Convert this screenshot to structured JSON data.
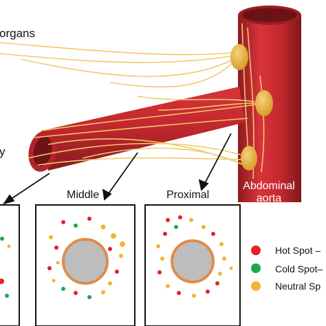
{
  "labels": {
    "organs": "organs",
    "left_cut": "y",
    "middle": "Middle",
    "proximal": "Proximal",
    "aorta_line1": "Abdominal",
    "aorta_line2": "aorta"
  },
  "legend": [
    {
      "label": "Hot Spot –",
      "color": "#e3202b"
    },
    {
      "label": "Cold Spot–",
      "color": "#1fa64a"
    },
    {
      "label": "Neutral Sp",
      "color": "#f2b532"
    }
  ],
  "colors": {
    "vessel": "#c0272d",
    "vessel_dark": "#8e1a1f",
    "nerve": "#f2c96b",
    "ganglion": "#e9b13a",
    "vessel_wall": "#e08b4a",
    "lumen": "#bdbdbd"
  }
}
